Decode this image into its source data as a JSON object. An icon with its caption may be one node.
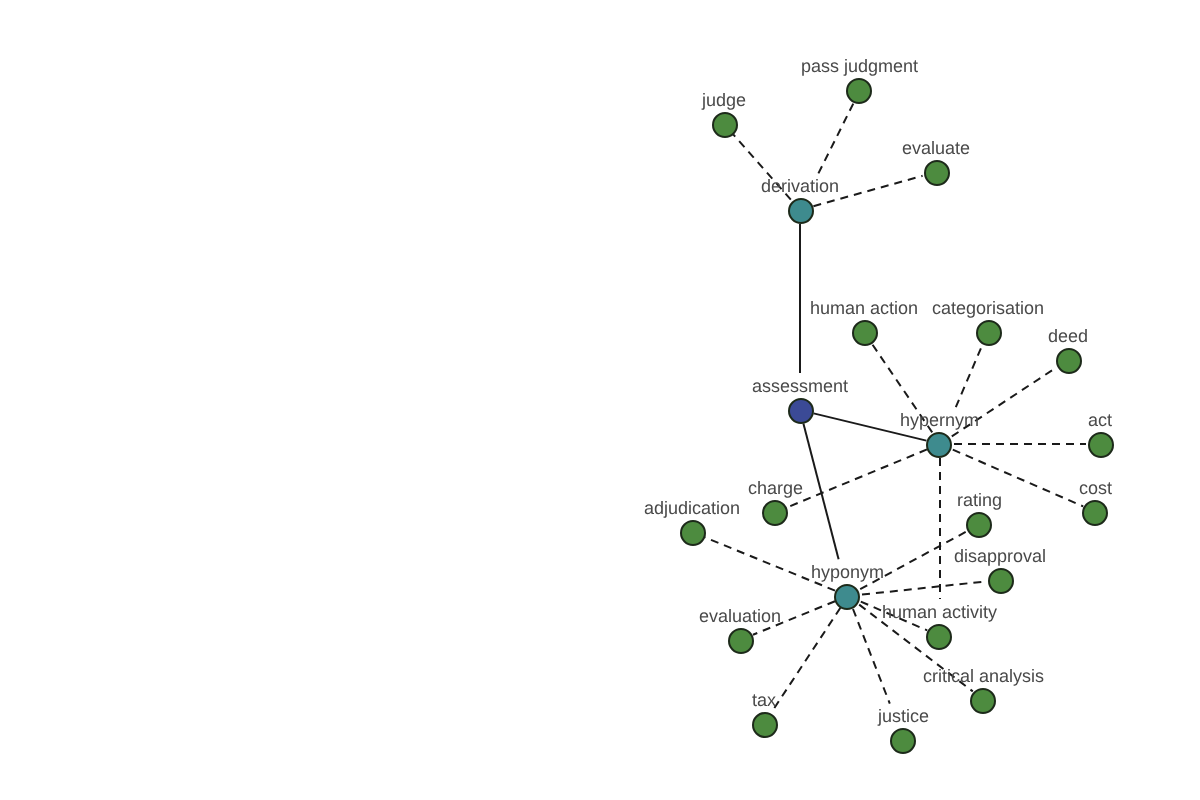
{
  "diagram": {
    "nodes": [
      {
        "text": [
          "pass judgment"
        ]
      },
      {
        "text": [
          "judge"
        ]
      },
      {
        "text": [
          "evaluate"
        ]
      },
      {
        "text": [
          "derivation"
        ]
      },
      {
        "text": [
          "human action"
        ]
      },
      {
        "text": [
          "categorisation"
        ]
      },
      {
        "text": [
          "deed"
        ]
      },
      {
        "text": [
          "assessment"
        ]
      },
      {
        "text": [
          "hypernym"
        ]
      },
      {
        "text": [
          "act"
        ]
      },
      {
        "text": [
          "charge"
        ]
      },
      {
        "text": [
          "rating"
        ]
      },
      {
        "text": [
          "adjudication"
        ]
      },
      {
        "text": [
          "cost"
        ]
      },
      {
        "text": [
          "disapproval"
        ]
      },
      {
        "text": [
          "hyponym"
        ]
      },
      {
        "text": [
          "human activity"
        ]
      },
      {
        "text": [
          "evaluation"
        ]
      },
      {
        "text": [
          "critical analysis"
        ]
      },
      {
        "text": [
          "tax"
        ]
      },
      {
        "text": [
          "justice"
        ]
      }
    ],
    "edges": [
      {
        "from": 7,
        "to": 3,
        "arrow": "none"
      },
      {
        "from": 7,
        "to": 8,
        "arrow": "none"
      },
      {
        "from": 7,
        "to": 15,
        "arrow": "none"
      },
      {
        "from": 3,
        "to": 0,
        "arrow": "none",
        "style": "dashed"
      },
      {
        "from": 3,
        "to": 1,
        "arrow": "none",
        "style": "dashed"
      },
      {
        "from": 3,
        "to": 2,
        "arrow": "none",
        "style": "dashed"
      },
      {
        "from": 8,
        "to": 4,
        "arrow": "none",
        "style": "dashed"
      },
      {
        "from": 8,
        "to": 5,
        "arrow": "none",
        "style": "dashed"
      },
      {
        "from": 8,
        "to": 6,
        "arrow": "none",
        "style": "dashed"
      },
      {
        "from": 8,
        "to": 9,
        "arrow": "none",
        "style": "dashed"
      },
      {
        "from": 8,
        "to": 13,
        "arrow": "none",
        "style": "dashed"
      },
      {
        "from": 8,
        "to": 10,
        "arrow": "none",
        "style": "dashed"
      },
      {
        "from": 8,
        "to": 16,
        "arrow": "none",
        "style": "dashed"
      },
      {
        "from": 15,
        "to": 12,
        "arrow": "none",
        "style": "dashed"
      },
      {
        "from": 15,
        "to": 17,
        "arrow": "none",
        "style": "dashed"
      },
      {
        "from": 15,
        "to": 19,
        "arrow": "none",
        "style": "dashed"
      },
      {
        "from": 15,
        "to": 20,
        "arrow": "none",
        "style": "dashed"
      },
      {
        "from": 15,
        "to": 18,
        "arrow": "none",
        "style": "dashed"
      },
      {
        "from": 15,
        "to": 14,
        "arrow": "none",
        "style": "dashed"
      },
      {
        "from": 15,
        "to": 16,
        "arrow": "none",
        "style": "dashed"
      },
      {
        "from": 15,
        "to": 11,
        "arrow": "none",
        "style": "dashed"
      }
    ]
  }
}
